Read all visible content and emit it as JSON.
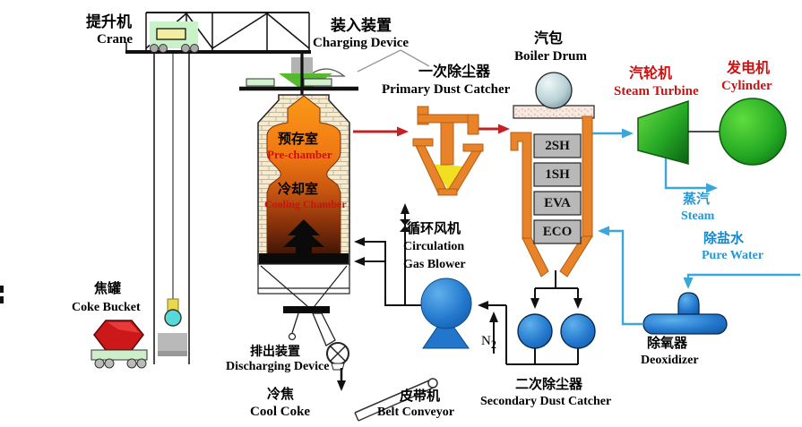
{
  "labels": {
    "crane": {
      "zh": "提升机",
      "en": "Crane"
    },
    "charging_device": {
      "zh": "装入装置",
      "en": "Charging Device"
    },
    "primary_dust_catcher": {
      "zh": "一次除尘器",
      "en": "Primary Dust Catcher"
    },
    "boiler_drum": {
      "zh": "汽包",
      "en": "Boiler Drum"
    },
    "steam_turbine": {
      "zh": "汽轮机",
      "en": "Steam Turbine"
    },
    "generator": {
      "zh": "发电机",
      "en": "Cylinder"
    },
    "pre_chamber": {
      "zh": "预存室",
      "en": "Pre-chamber"
    },
    "cooling_chamber": {
      "zh": "冷却室",
      "en": "Cooling Chamber"
    },
    "steam_out": {
      "zh": "蒸汽",
      "en": "Steam"
    },
    "pure_water": {
      "zh": "除盐水",
      "en": "Pure Water"
    },
    "circulation_gas_blower": {
      "zh": "循环风机",
      "en_line1": "Circulation",
      "en_line2": "Gas Blower"
    },
    "coke_bucket": {
      "zh": "焦罐",
      "en": "Coke Bucket"
    },
    "discharging_device": {
      "zh": "排出装置",
      "en": "Discharging Device"
    },
    "cool_coke": {
      "zh": "冷焦",
      "en": "Cool Coke"
    },
    "belt_conveyor": {
      "zh": "皮带机",
      "en": "Belt Conveyor"
    },
    "secondary_dust_catcher": {
      "zh": "二次除尘器",
      "en": "Secondary Dust Catcher"
    },
    "deoxidizer": {
      "zh": "除氧器",
      "en": "Deoxidizer"
    },
    "nitrogen": {
      "symbol": "N",
      "subscript": "2"
    }
  },
  "boiler_sections": [
    "2SH",
    "1SH",
    "EVA",
    "ECO"
  ],
  "colors": {
    "red_label": "#cc1111",
    "cyan_label": "#2398d4",
    "blue_label": "#1287cc",
    "arrow_red": "#c42222",
    "pipe_cyan": "#3aa6da",
    "equipment_orange": "#e8832a",
    "equipment_blue": "#2277cc"
  }
}
